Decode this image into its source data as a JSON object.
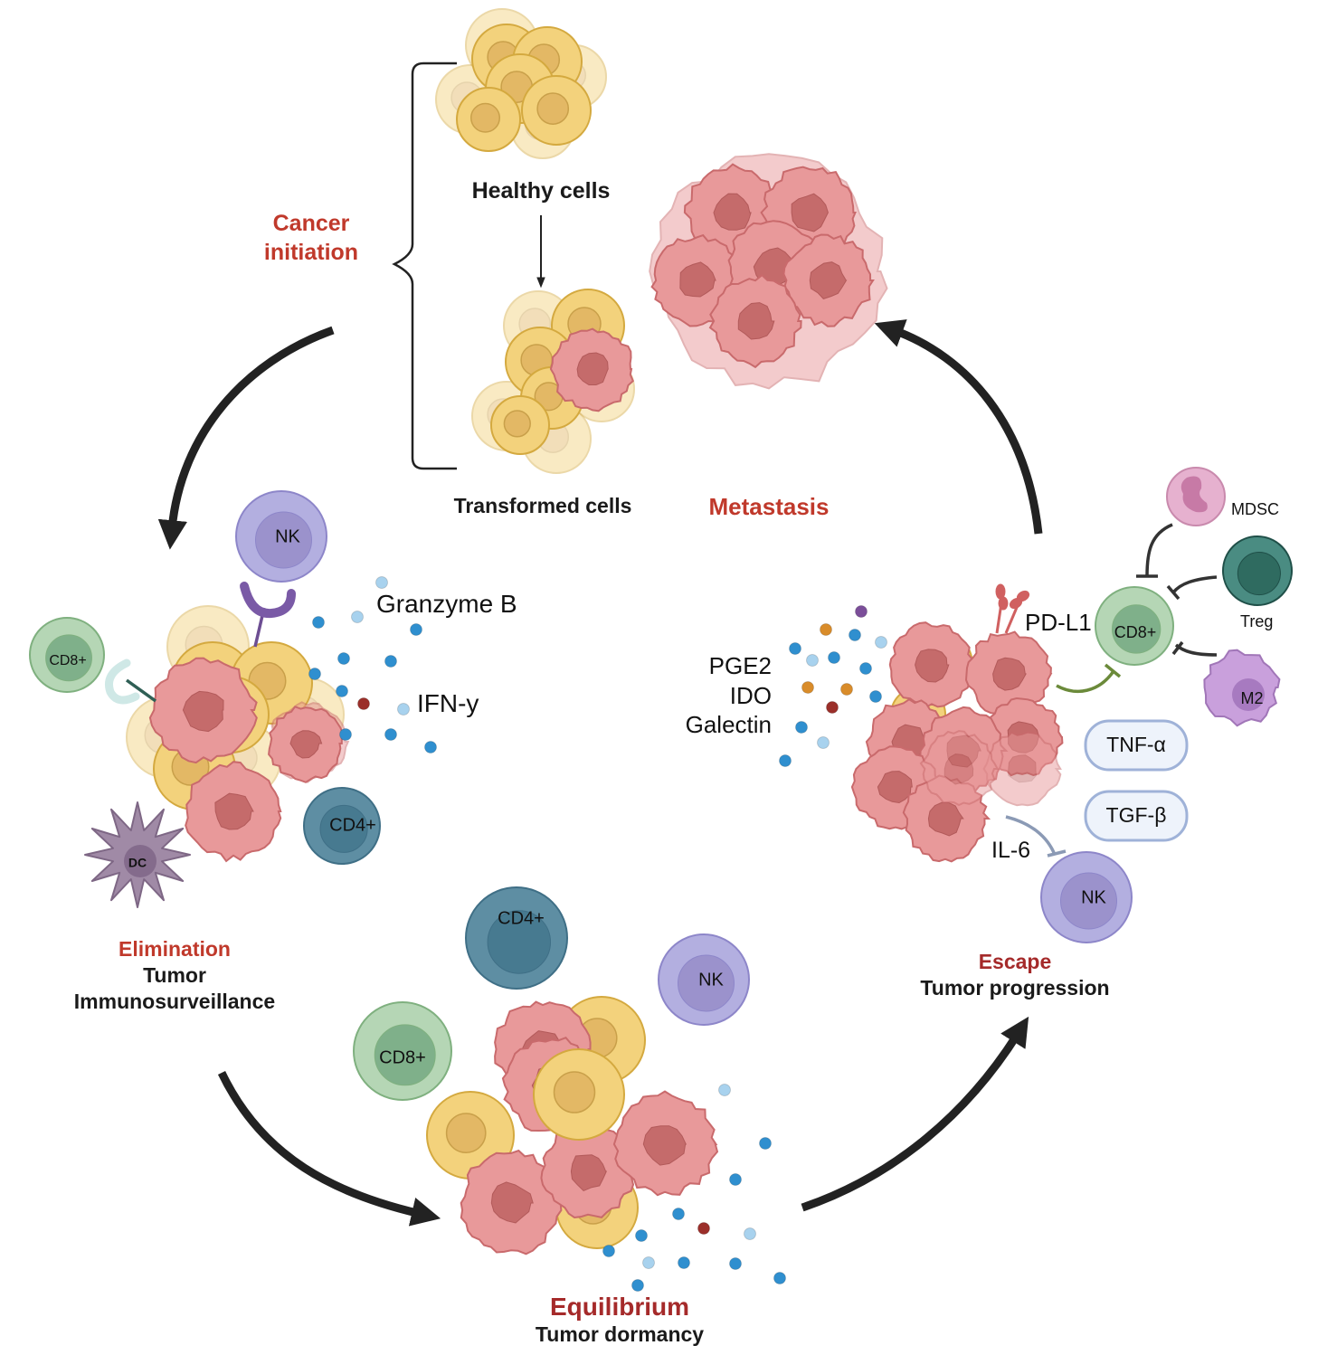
{
  "stages": {
    "initiation": {
      "title_line1": "Cancer",
      "title_line2": "initiation",
      "healthy": "Healthy cells",
      "transformed": "Transformed cells"
    },
    "metastasis": {
      "title": "Metastasis"
    },
    "elimination": {
      "title": "Elimination",
      "line1": "Tumor",
      "line2": "Immunosurveillance",
      "granzyme": "Granzyme B",
      "ifn": "IFN-y"
    },
    "equilibrium": {
      "title": "Equilibrium",
      "subtitle": "Tumor dormancy"
    },
    "escape": {
      "title": "Escape",
      "subtitle": "Tumor progression",
      "factors": [
        "PGE2",
        "IDO",
        "Galectin"
      ],
      "pdl1": "PD-L1",
      "mdsc": "MDSC",
      "treg": "Treg",
      "m2": "M2",
      "tnf": "TNF-α",
      "tgf": "TGF-β",
      "il6": "IL-6"
    }
  },
  "cells": {
    "nk": "NK",
    "cd8": "CD8+",
    "cd4": "CD4+",
    "dc": "DC"
  },
  "colors": {
    "accent_red": "#c0392b",
    "dark_red": "#a52a2a",
    "healthy": "#f3d27c",
    "tumor": "#e8999a",
    "nk": "#b3afe0",
    "cd8": "#b5d6b5",
    "cd4": "#5e8ea3",
    "treg": "#4a8c82",
    "cytokine": "#2f8fcf"
  }
}
